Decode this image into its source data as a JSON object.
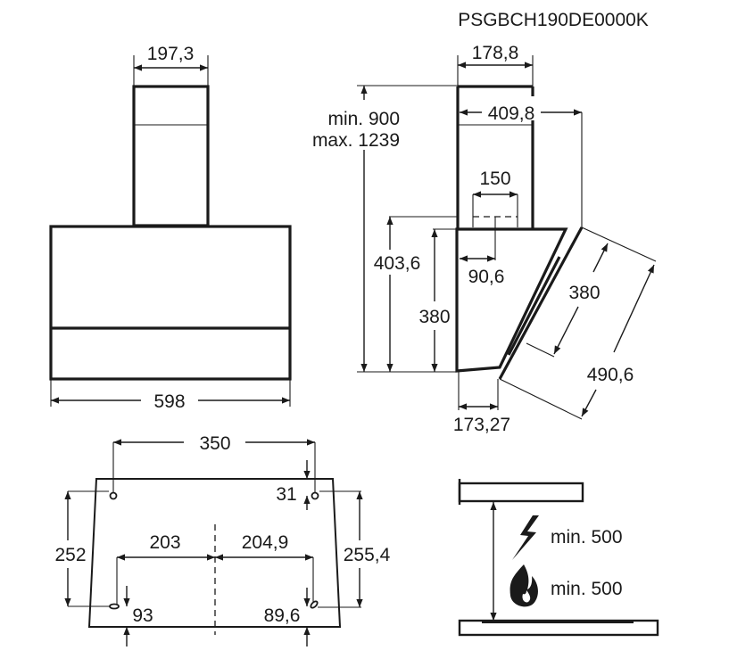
{
  "title": "PSGBCH190DE0000K",
  "front_view": {
    "chimney_width": "197,3",
    "hood_width": "598"
  },
  "side_view": {
    "chimney_depth": "178,8",
    "height_min": "min. 900",
    "height_max": "max. 1239",
    "total_depth": "409,8",
    "outlet_diameter": "150",
    "hood_height_outlet": "403,6",
    "hood_height": "380",
    "outlet_offset": "90,6",
    "bottom_depth": "173,27",
    "glass_inner": "380",
    "glass_length": "490,6"
  },
  "mounting": {
    "top_holes_spacing": "350",
    "top_offset": "31",
    "left_vertical": "252",
    "right_vertical": "255,4",
    "left_horizontal": "203",
    "right_horizontal": "204,9",
    "left_bottom": "93",
    "right_bottom": "89,6"
  },
  "clearance": {
    "electric_label": "min. 500",
    "gas_label": "min. 500",
    "icons": [
      "lightning-icon",
      "flame-icon"
    ]
  }
}
